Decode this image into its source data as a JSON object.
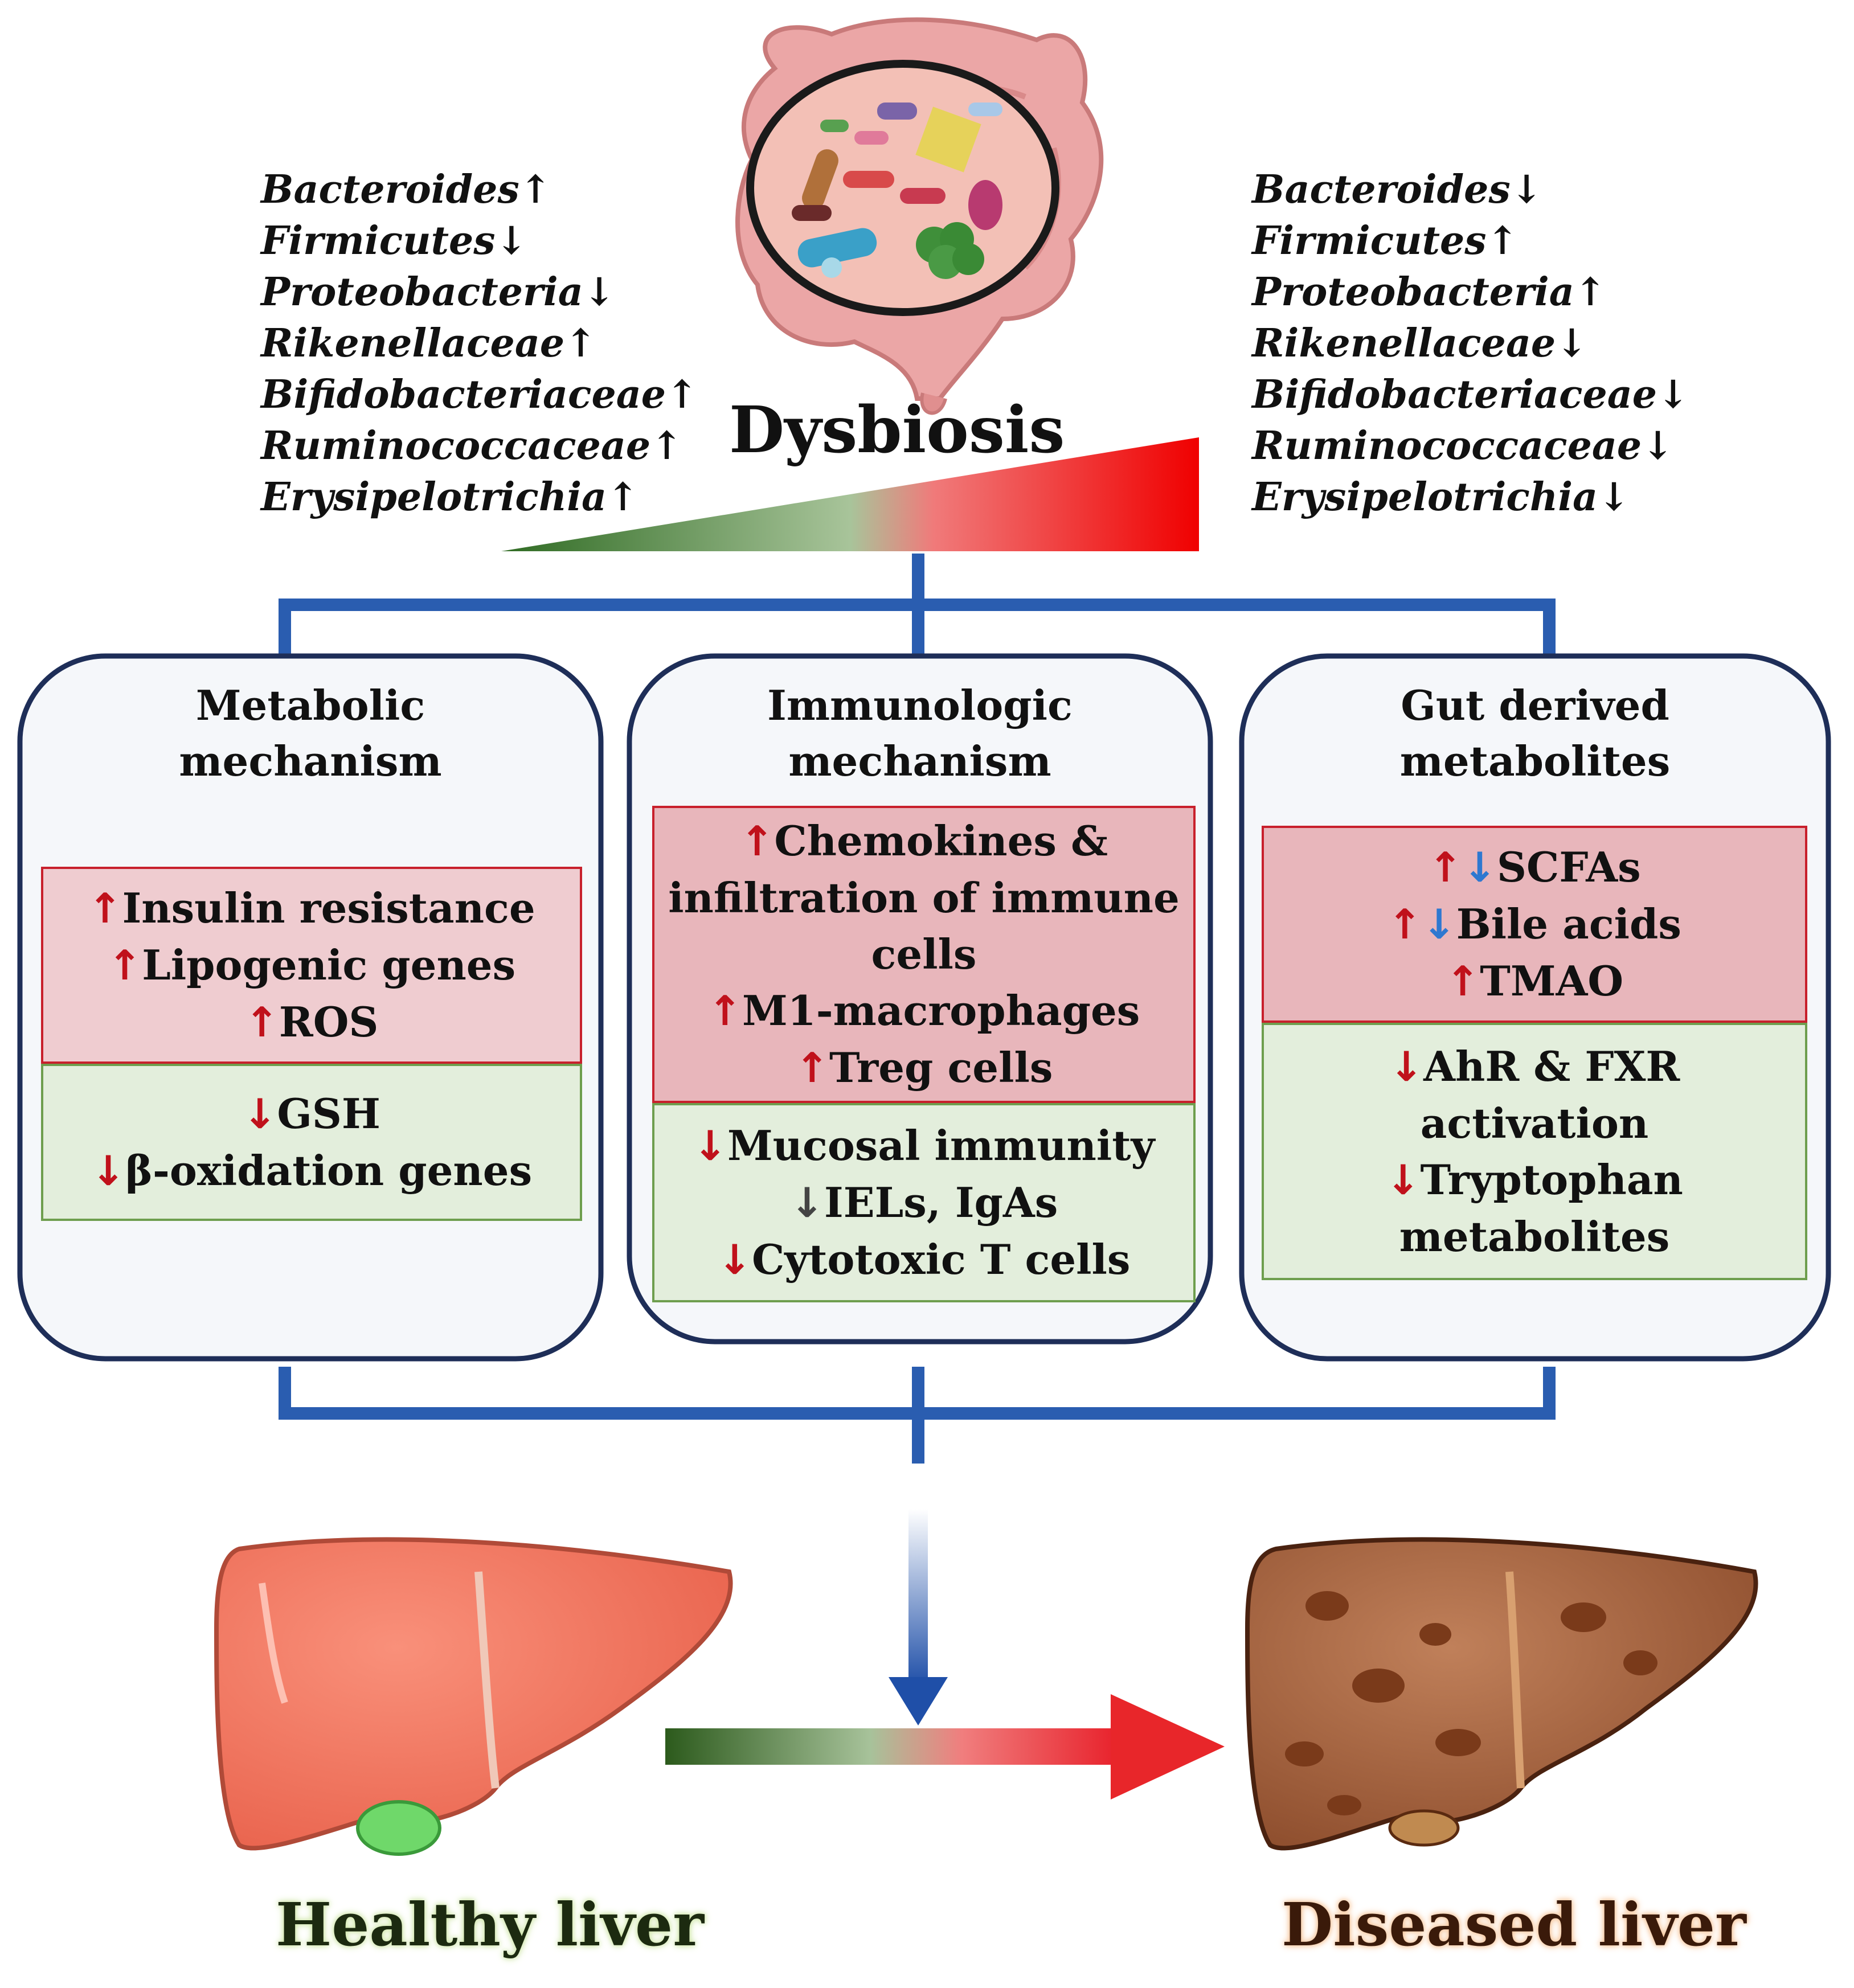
{
  "dysbiosis_label": "Dysbiosis",
  "left_taxa": [
    "Bacteroides↑",
    "Firmicutes↓",
    "Proteobacteria↓",
    "Rikenellaceae↑",
    "Bifidobacteriaceae↑",
    "Ruminococcaceae↑",
    "Erysipelotrichia↑"
  ],
  "right_taxa": [
    "Bacteroides↓",
    "Firmicutes↑",
    "Proteobacteria↑",
    "Rikenellaceae↓",
    "Bifidobacteriaceae↓",
    "Ruminococcaceae↓",
    "Erysipelotrichia↓"
  ],
  "metabolic": {
    "title": [
      "Metabolic",
      "mechanism"
    ],
    "up": [
      "Insulin resistance",
      "Lipogenic genes",
      "ROS"
    ],
    "down": [
      "GSH",
      "β-oxidation genes"
    ]
  },
  "immunologic": {
    "title": [
      "Immunologic",
      "mechanism"
    ],
    "up": [
      "Chemokines &",
      "infiltration of immune",
      "cells",
      "M1-macrophages",
      "Treg cells"
    ],
    "down": [
      "Mucosal immunity",
      "IELs, IgAs",
      "Cytotoxic T cells"
    ]
  },
  "gut": {
    "title": [
      "Gut derived",
      "metabolites"
    ],
    "up": [
      "SCFAs",
      "Bile acids",
      "TMAO"
    ],
    "down": [
      "AhR & FXR",
      "activation",
      "Tryptophan",
      "metabolites"
    ]
  },
  "healthy_label": "Healthy liver",
  "diseased_label": "Diseased liver",
  "colors": {
    "connector": "#2a5db0",
    "red_panel": "#e8b6bb",
    "green_panel": "#e3eedc",
    "arrow_up": "#c0111b",
    "arrow_blue": "#2e78d0"
  }
}
